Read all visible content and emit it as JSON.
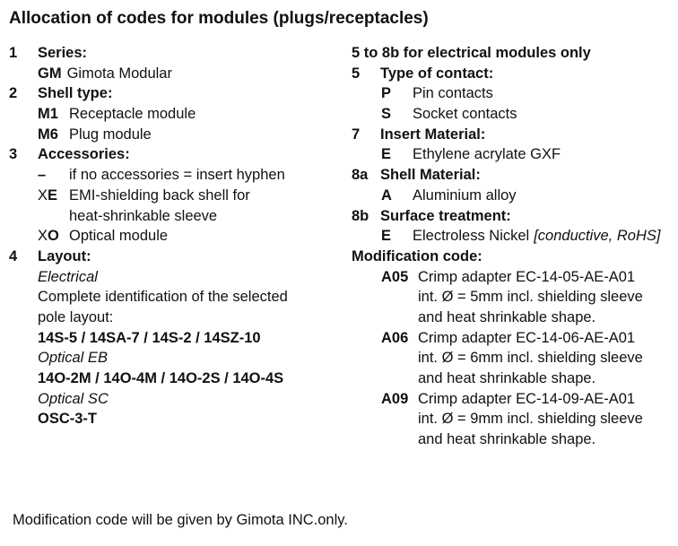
{
  "title": "Allocation of codes for modules (plugs/receptacles)",
  "left": {
    "series": {
      "num": "1",
      "label": "Series:",
      "code": "GM",
      "desc": "Gimota Modular"
    },
    "shell_type": {
      "num": "2",
      "label": "Shell type:",
      "items": [
        {
          "code": "M1",
          "desc": "Receptacle module"
        },
        {
          "code": "M6",
          "desc": "Plug module"
        }
      ]
    },
    "accessories": {
      "num": "3",
      "label": "Accessories:",
      "dash": {
        "code": "–",
        "desc": "if no accessories = insert hyphen"
      },
      "emi": {
        "x": "X",
        "code": "E",
        "desc": "EMI-shielding back shell for",
        "desc2": "heat-shrinkable sleeve"
      },
      "optical": {
        "x": "X",
        "code": "O",
        "desc": "Optical module"
      }
    },
    "layout": {
      "num": "4",
      "label": "Layout:",
      "electrical": "Electrical",
      "complete_1": "Complete identification of the selected",
      "complete_2": "pole layout:",
      "electrical_codes": "14S-5 / 14SA-7 / 14S-2 / 14SZ-10",
      "optical_eb": "Optical EB",
      "optical_eb_codes": "14O-2M / 14O-4M / 14O-2S / 14O-4S",
      "optical_sc": "Optical SC",
      "optical_sc_codes": "OSC-3-T"
    }
  },
  "right": {
    "header": "5 to  8b for electrical modules only",
    "contact": {
      "num": "5",
      "label": "Type of contact:",
      "items": [
        {
          "code": "P",
          "desc": "Pin contacts"
        },
        {
          "code": "S",
          "desc": "Socket contacts"
        }
      ]
    },
    "insert": {
      "num": "7",
      "label": "Insert Material:",
      "code": "E",
      "desc": "Ethylene acrylate GXF"
    },
    "shell": {
      "num": "8a",
      "label": "Shell Material:",
      "code": "A",
      "desc": "Aluminium alloy"
    },
    "surface": {
      "num": "8b",
      "label": "Surface treatment:",
      "code": "E",
      "desc": "Electroless Nickel",
      "note": "[conductive, RoHS]"
    },
    "modification": {
      "label": "Modification code:",
      "items": [
        {
          "code": "A05",
          "line1": "Crimp adapter EC-14-05-AE-A01",
          "line2": "int. Ø = 5mm incl. shielding sleeve",
          "line3": "and heat shrinkable shape."
        },
        {
          "code": "A06",
          "line1": "Crimp adapter EC-14-06-AE-A01",
          "line2": "int. Ø = 6mm incl. shielding sleeve",
          "line3": "and heat shrinkable shape."
        },
        {
          "code": "A09",
          "line1": "Crimp adapter EC-14-09-AE-A01",
          "line2": "int. Ø = 9mm incl. shielding sleeve",
          "line3": "and heat shrinkable shape."
        }
      ]
    }
  },
  "footer": "Modification code will be given by Gimota INC.only."
}
